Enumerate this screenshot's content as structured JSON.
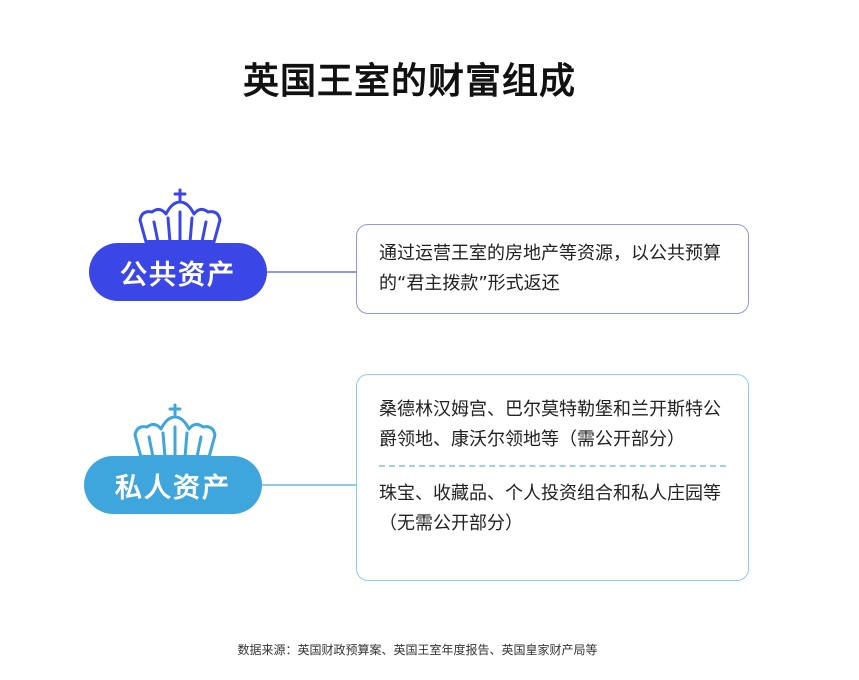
{
  "title": "英国王室的财富组成",
  "colors": {
    "public_accent": "#3b46e6",
    "private_accent": "#3ea6dc",
    "public_box_border": "#8f95f0",
    "private_box_border": "#8ccbec"
  },
  "public": {
    "label": "公共资产",
    "icon": "crown-icon",
    "description": "通过运营王室的房地产等资源，以公共预算的“君主拨款”形式返还"
  },
  "private": {
    "label": "私人资产",
    "icon": "crown-icon",
    "items": [
      "桑德林汉姆宫、巴尔莫特勒堡和兰开斯特公爵领地、康沃尔领地等（需公开部分）",
      "珠宝、收藏品、个人投资组合和私人庄园等（无需公开部分）"
    ]
  },
  "source": "数据来源：英国财政预算案、英国王室年度报告、英国皇家财产局等"
}
